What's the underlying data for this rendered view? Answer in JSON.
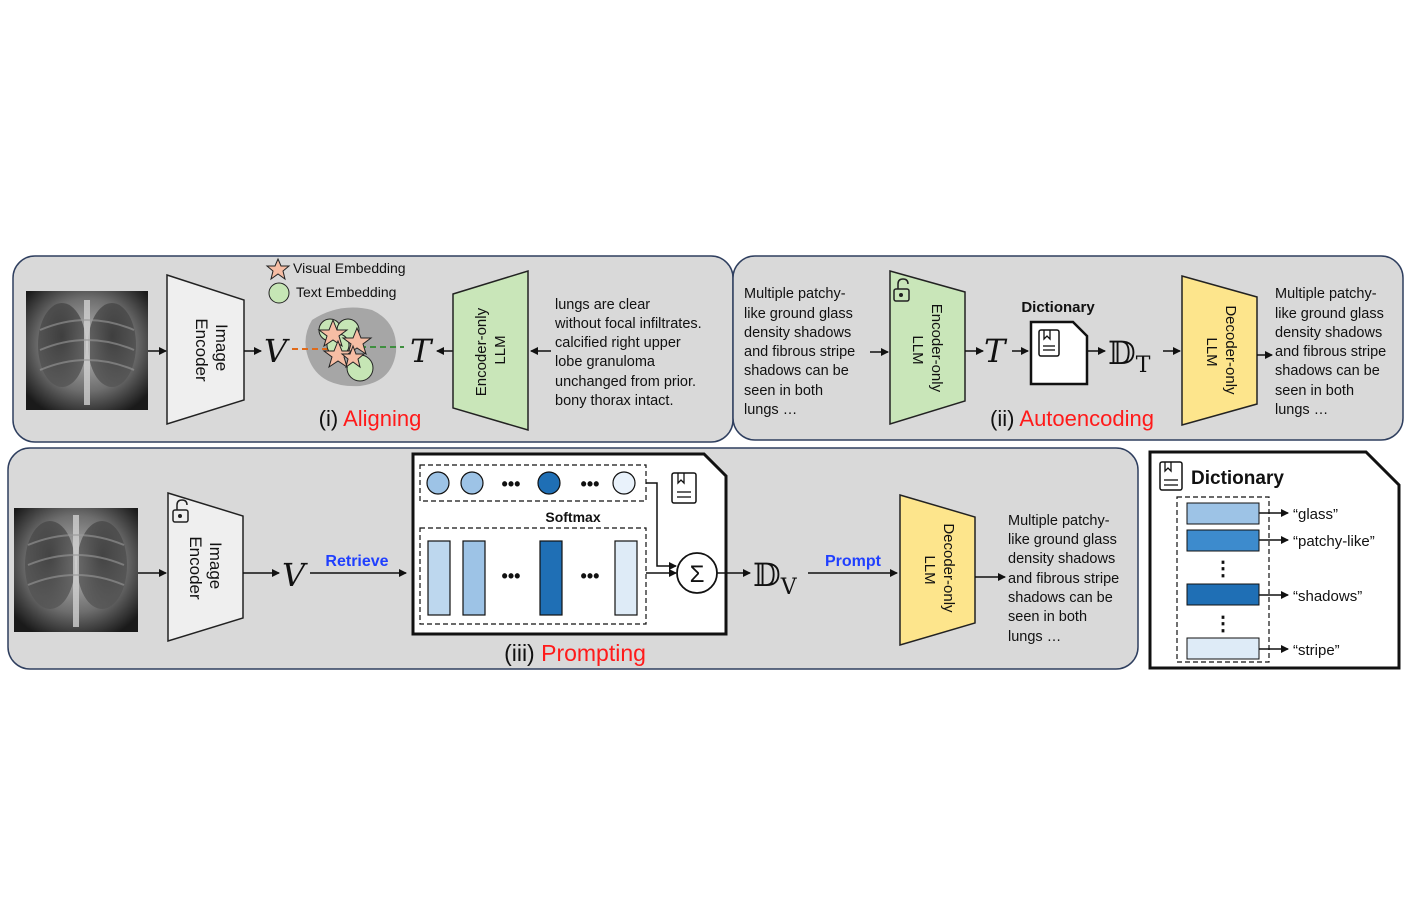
{
  "aligning": {
    "panel_label": "(i)",
    "panel_title": "Aligning",
    "image_encoder": [
      "Image",
      "Encoder"
    ],
    "legend_visual": "Visual Embedding",
    "legend_text": "Text Embedding",
    "symbol_v": "V",
    "symbol_t": "T",
    "llm": [
      "Encoder-only",
      "LLM"
    ],
    "report_lines": [
      "lungs are clear",
      "without focal infiltrates.",
      "calcified right upper",
      "lobe granuloma",
      "unchanged from prior.",
      "bony thorax intact."
    ]
  },
  "autoencoding": {
    "panel_label": "(ii)",
    "panel_title": "Autoencoding",
    "input_lines": [
      "Multiple patchy-",
      "like ground glass",
      "density shadows",
      "and fibrous stripe",
      "shadows can be",
      "seen in both",
      "lungs …"
    ],
    "encoder": [
      "Encoder-only",
      "LLM"
    ],
    "symbol_t": "T",
    "dictionary_label": "Dictionary",
    "symbol_dt": "𝔻",
    "symbol_dt_sub": "T",
    "decoder": [
      "Decoder-only",
      "LLM"
    ],
    "output_lines": [
      "Multiple patchy-",
      "like ground glass",
      "density shadows",
      "and fibrous stripe",
      "shadows can be",
      "seen in both",
      "lungs …"
    ]
  },
  "prompting": {
    "panel_label": "(iii)",
    "panel_title": "Prompting",
    "image_encoder": [
      "Image",
      "Encoder"
    ],
    "symbol_v": "V",
    "retrieve_label": "Retrieve",
    "softmax_label": "Softmax",
    "dots": "•••",
    "sum_symbol": "Σ",
    "symbol_dv": "𝔻",
    "symbol_dv_sub": "V",
    "prompt_label": "Prompt",
    "decoder": [
      "Decoder-only",
      "LLM"
    ],
    "output_lines": [
      "Multiple patchy-",
      "like ground glass",
      "density shadows",
      "and fibrous stripe",
      "shadows can be",
      "seen in both",
      "lungs …"
    ]
  },
  "dictionary_legend": {
    "title": "Dictionary",
    "entries": [
      "“glass”",
      "“patchy-like”",
      "“shadows”",
      "“stripe”"
    ],
    "vdots": "⋮"
  },
  "colors": {
    "panel_bg": "#d9d9d9",
    "panel_border": "#2f3f5f",
    "accent_red": "#ff1a1a",
    "accent_blue": "#1f3fff",
    "encoder_green": "#c9e6b9",
    "decoder_yellow": "#fde58c",
    "encoder_gray": "#efefef"
  }
}
